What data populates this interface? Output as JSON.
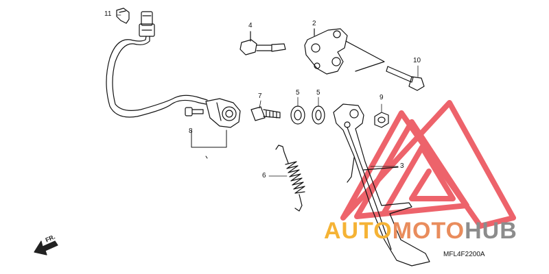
{
  "callouts": {
    "c1": "11",
    "c2": "4",
    "c3": "2",
    "c4": "10",
    "c5": "7",
    "c6": "5",
    "c7": "5",
    "c8": "9",
    "c9": "8",
    "c10": "3",
    "c11": "6"
  },
  "diagram_code": "MFL4F2200A",
  "direction_label": "FR.",
  "watermark": {
    "part1": "AUTO",
    "part2": "MOTO",
    "part3": "HUB",
    "logo_color": "#e8303a"
  }
}
